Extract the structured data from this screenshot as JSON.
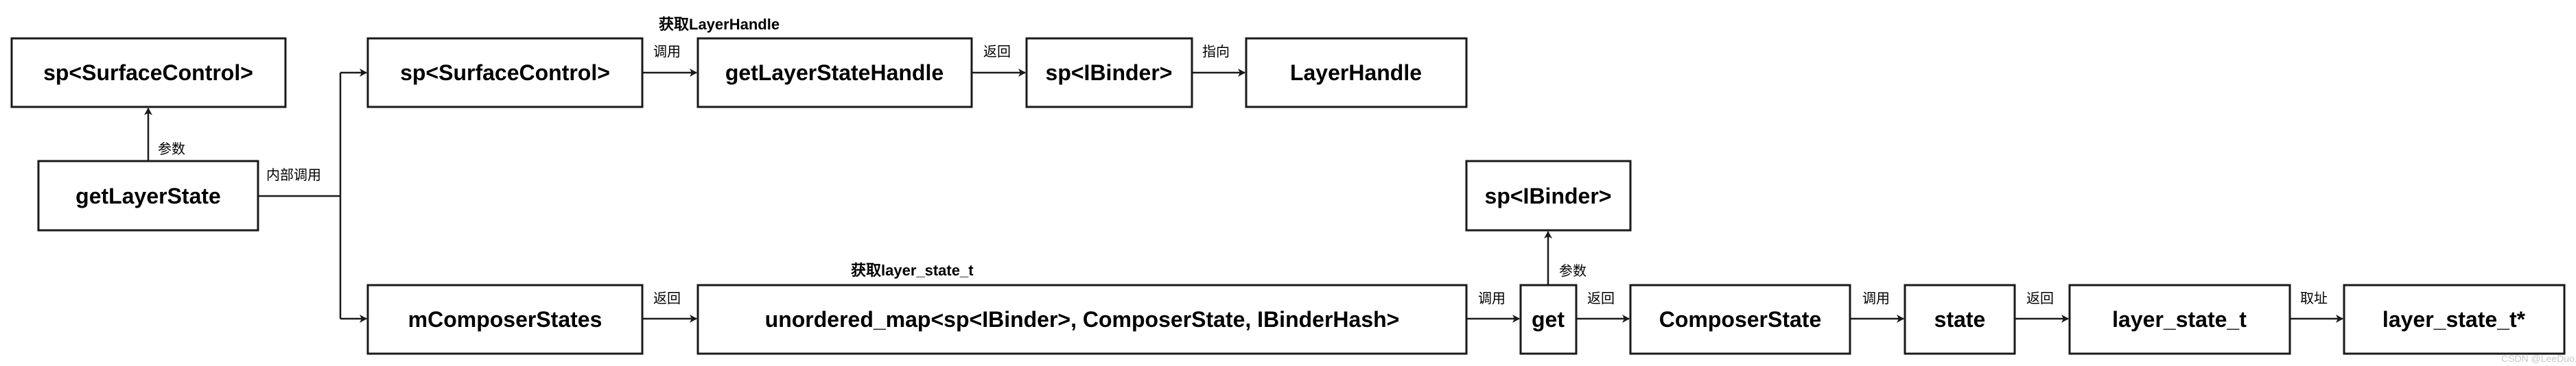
{
  "nodes": {
    "surface_control_param": "sp<SurfaceControl>",
    "get_layer_state": "getLayerState",
    "surface_control": "sp<SurfaceControl>",
    "get_layer_state_handle": "getLayerStateHandle",
    "ibinder_top": "sp<IBinder>",
    "layer_handle": "LayerHandle",
    "m_composer_states": "mComposerStates",
    "unordered_map": "unordered_map<sp<IBinder>, ComposerState, IBinderHash>",
    "get": "get",
    "ibinder_param": "sp<IBinder>",
    "composer_state": "ComposerState",
    "state": "state",
    "layer_state_t": "layer_state_t",
    "layer_state_t_ptr": "layer_state_t*"
  },
  "edge_labels": {
    "param1": "参数",
    "internal_call": "内部调用",
    "call1": "调用",
    "return1": "返回",
    "points_to": "指向",
    "return2": "返回",
    "call2": "调用",
    "param2": "参数",
    "return3": "返回",
    "call3": "调用",
    "return4": "返回",
    "take_address": "取址"
  },
  "group_labels": {
    "get_layer_handle": "获取LayerHandle",
    "get_layer_state_t": "获取layer_state_t"
  },
  "watermark": "CSDN @LeeDuo."
}
